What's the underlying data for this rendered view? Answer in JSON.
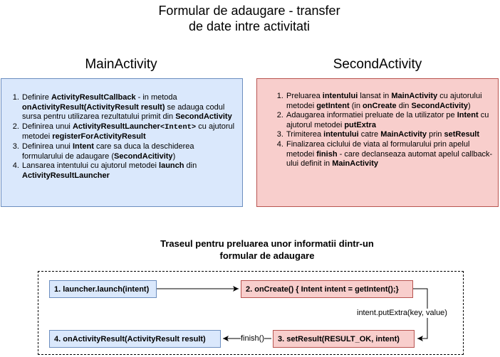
{
  "title": {
    "line1": "Formular de adaugare - transfer",
    "line2": "de date intre activitati"
  },
  "main_activity": {
    "heading": "MainActivity",
    "steps": [
      {
        "n": "1",
        "t1": "Definire ",
        "b1": "ActivityResultCallback",
        "t2": " - in metoda ",
        "b2": "onActivityResult(ActivityResult result)",
        "t3": " se adauga codul sursa pentru utilizarea rezultatului primit din ",
        "b3": "SecondActivity"
      },
      {
        "n": "2",
        "t1": "Definirea unui ",
        "b1": "ActivityResultLauncher",
        "m1": "<Intent>",
        "t2": "  cu ajutorul metodei ",
        "b2": "registerForActivityResult"
      },
      {
        "n": "3",
        "t1": "Definirea unui ",
        "b1": "Intent",
        "t2": " care sa duca la deschiderea formularului de adaugare (",
        "b2": "SecondAcitivity",
        "t3": ")"
      },
      {
        "n": "4",
        "t1": "Lansarea intentului cu ajutorul metodei ",
        "b1": "launch",
        "t2": " din ",
        "b2": "ActivityResultLauncher"
      }
    ]
  },
  "second_activity": {
    "heading": "SecondActivity",
    "steps": [
      {
        "t1": "Preluarea ",
        "b1": "intentului",
        "t2": " lansat in ",
        "b2": "MainActivity",
        "t3": "  cu ajutorului metodei ",
        "b3": "getIntent",
        "t4": " (in ",
        "b4": "onCreate",
        "t5": " din ",
        "b5": "SecondActivity",
        "t6": ")"
      },
      {
        "t1": "Adaugarea informatiei preluate de la utilizator pe ",
        "b1": "Intent",
        "t2": " cu ajutorul metodei ",
        "b2": "putExtra"
      },
      {
        "t1": "Trimiterea ",
        "b1": "intentului",
        "t2": " catre ",
        "b2": "MainActivity",
        "t3": " prin ",
        "b3": "setResult"
      },
      {
        "t1": "Finalizarea ciclului de viata al formularului prin apelul metodei ",
        "b1": "finish",
        "t2": " - care declanseaza automat apelul callback-ului definit in ",
        "b2": "MainActivity"
      }
    ]
  },
  "flow": {
    "title_line1": "Traseul pentru preluarea unor informatii dintr-un",
    "title_line2": "formular de adaugare",
    "nodes": {
      "launch": "1. launcher.launch(intent)",
      "oncreate": "2. onCreate() { Intent intent = getIntent();}",
      "setresult": "3. setResult(RESULT_OK, intent)",
      "onresult": "4. onActivityResult(ActivityResult result)"
    },
    "edge_labels": {
      "putextra": "intent.putExtra(key, value)",
      "finish": "finish()"
    }
  },
  "colors": {
    "blue_fill": "#dae8fc",
    "blue_stroke": "#6c8ebf",
    "red_fill": "#f8cecc",
    "red_stroke": "#b85450"
  }
}
